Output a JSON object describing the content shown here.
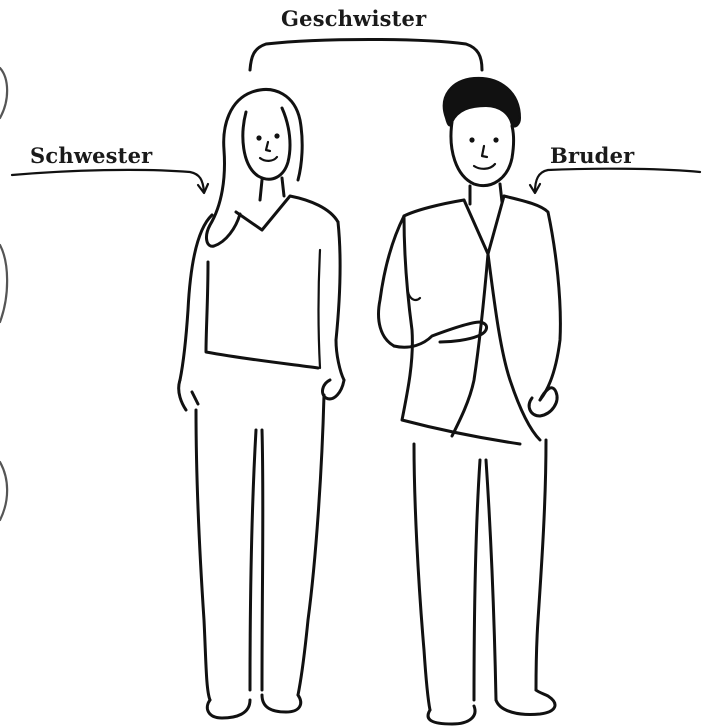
{
  "labels": {
    "siblings": "Geschwister",
    "sister": "Schwester",
    "brother": "Bruder"
  },
  "colors": {
    "ink": "#111111",
    "background": "#ffffff",
    "hair": "#111111"
  }
}
